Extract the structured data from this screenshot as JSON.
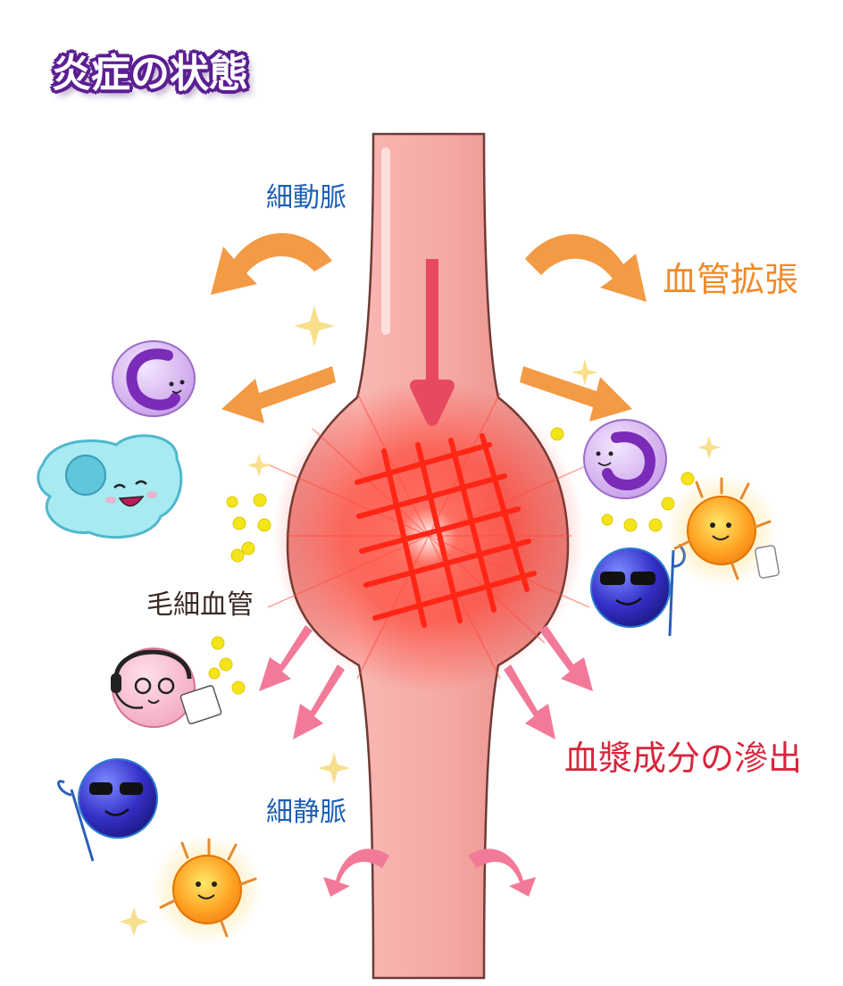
{
  "title": "炎症の状態",
  "labels": {
    "arteriole": "細動脈",
    "vasodilation": "血管拡張",
    "capillary": "毛細血管",
    "plasma_leakage": "血漿成分の滲出",
    "venule": "細静脈"
  },
  "icons": [
    "sparkle-icon",
    "monocyte-icon",
    "macrophage-icon",
    "neutrophil-icon",
    "lymphocyte-icon",
    "mast-cell-icon",
    "dendritic-cell-icon"
  ],
  "colors": {
    "title_fill": "#ffffff",
    "title_outline": "#5b1f93",
    "blue_label": "#1d5fb7",
    "orange_label": "#f08a2a",
    "red_label": "#d7263d",
    "vessel": "#f4a3a0",
    "inflammation": "#ff2a1a",
    "arrow_orange": "#f39a45",
    "arrow_pink": "#f27a98",
    "granule": "#f4e41a"
  }
}
